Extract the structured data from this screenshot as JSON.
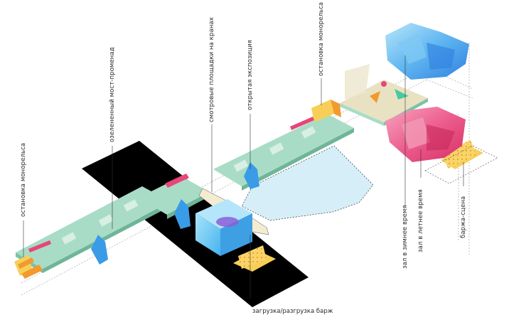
{
  "labels": {
    "monorail_stop_left": "остановка монорельса",
    "green_bridge": "озелененный мост-променад",
    "crane_platforms": "смотровые площадки на кранах",
    "open_exhibition": "открытая экспозиция",
    "monorail_stop_right": "остановка монорельса",
    "winter_hall": "зал в зимнее время",
    "summer_hall": "зал в летнее время",
    "barge_stage": "баржа-сцена",
    "barge_loading": "загрузка/разгрузка барж"
  },
  "colors": {
    "walkway": "#a9dcc6",
    "walkway_edge": "#7cc2a6",
    "water": "#d2ecf7",
    "black_pier": "#000000",
    "blue_volume": "#4aa6e8",
    "pink_volume": "#e8457a",
    "yellow_barge": "#f7cf58",
    "orange": "#f29a2e",
    "plaza": "#e9e2c2"
  }
}
